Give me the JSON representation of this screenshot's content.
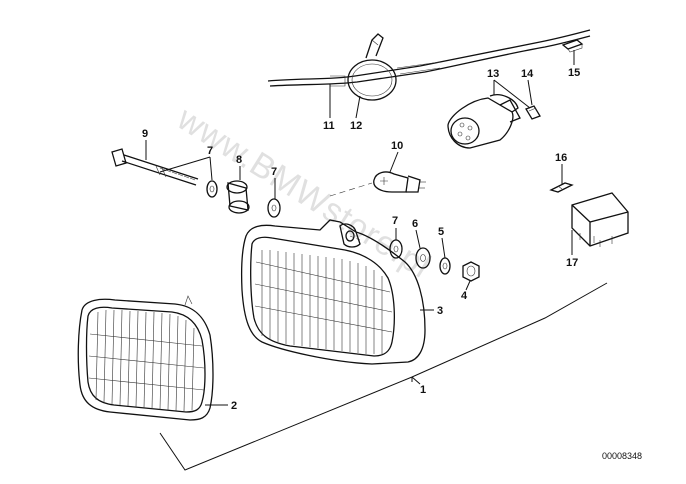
{
  "diagram": {
    "watermark": "www.BMWstore.pl",
    "drawing_code": "00008348",
    "part_numbers": [
      "1",
      "2",
      "3",
      "4",
      "5",
      "6",
      "7",
      "7",
      "7",
      "8",
      "9",
      "10",
      "11",
      "12",
      "13",
      "14",
      "15",
      "16",
      "17"
    ]
  }
}
